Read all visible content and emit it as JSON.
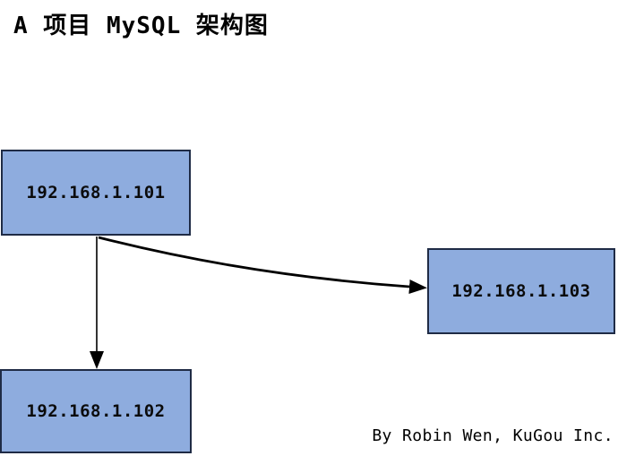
{
  "title": "A 项目 MySQL 架构图",
  "byline": "By Robin Wen, KuGou Inc.",
  "colors": {
    "node_fill": "#8EACDE",
    "node_border": "#1F2B45",
    "arrow": "#000000",
    "background": "#FFFFFF",
    "text": "#000000"
  },
  "nodes": [
    {
      "id": "node-101",
      "label": "192.168.1.101"
    },
    {
      "id": "node-102",
      "label": "192.168.1.102"
    },
    {
      "id": "node-103",
      "label": "192.168.1.103"
    }
  ],
  "edges": [
    {
      "from": "192.168.1.101",
      "to": "192.168.1.102"
    },
    {
      "from": "192.168.1.101",
      "to": "192.168.1.103"
    }
  ]
}
